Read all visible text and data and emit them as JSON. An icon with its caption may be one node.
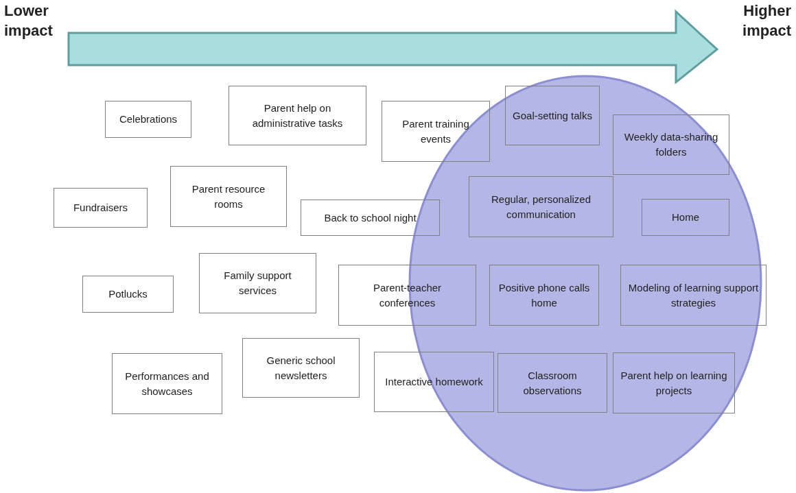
{
  "diagram": {
    "nodes": [
      {
        "text": [
          "Celebrations"
        ]
      },
      {
        "text": [
          "Parent help on administrative tasks"
        ]
      },
      {
        "text": [
          "Parent training events"
        ]
      },
      {
        "text": [
          "Goal-setting talks"
        ]
      },
      {
        "text": [
          "Weekly data-sharing folders"
        ]
      },
      {
        "text": [
          "Fundraisers"
        ]
      },
      {
        "text": [
          "Parent resource rooms"
        ]
      },
      {
        "text": [
          "Back to school night"
        ]
      },
      {
        "text": [
          "Regular, personalized communication"
        ]
      },
      {
        "text": [
          "Home"
        ]
      },
      {
        "text": [
          "Potlucks"
        ]
      },
      {
        "text": [
          "Family support services"
        ]
      },
      {
        "text": [
          "Parent-teacher conferences"
        ]
      },
      {
        "text": [
          "Positive phone calls home"
        ]
      },
      {
        "text": [
          "Modeling of learning support strategies"
        ]
      },
      {
        "text": [
          "Performances and showcases"
        ]
      },
      {
        "text": [
          "Generic school newsletters"
        ]
      },
      {
        "text": [
          "Interactive homework"
        ]
      },
      {
        "text": [
          "Classroom observations"
        ]
      },
      {
        "text": [
          "Parent help on learning projects"
        ]
      }
    ],
    "edges": [],
    "labels": [
      "Lower impact",
      "Higher impact"
    ]
  }
}
